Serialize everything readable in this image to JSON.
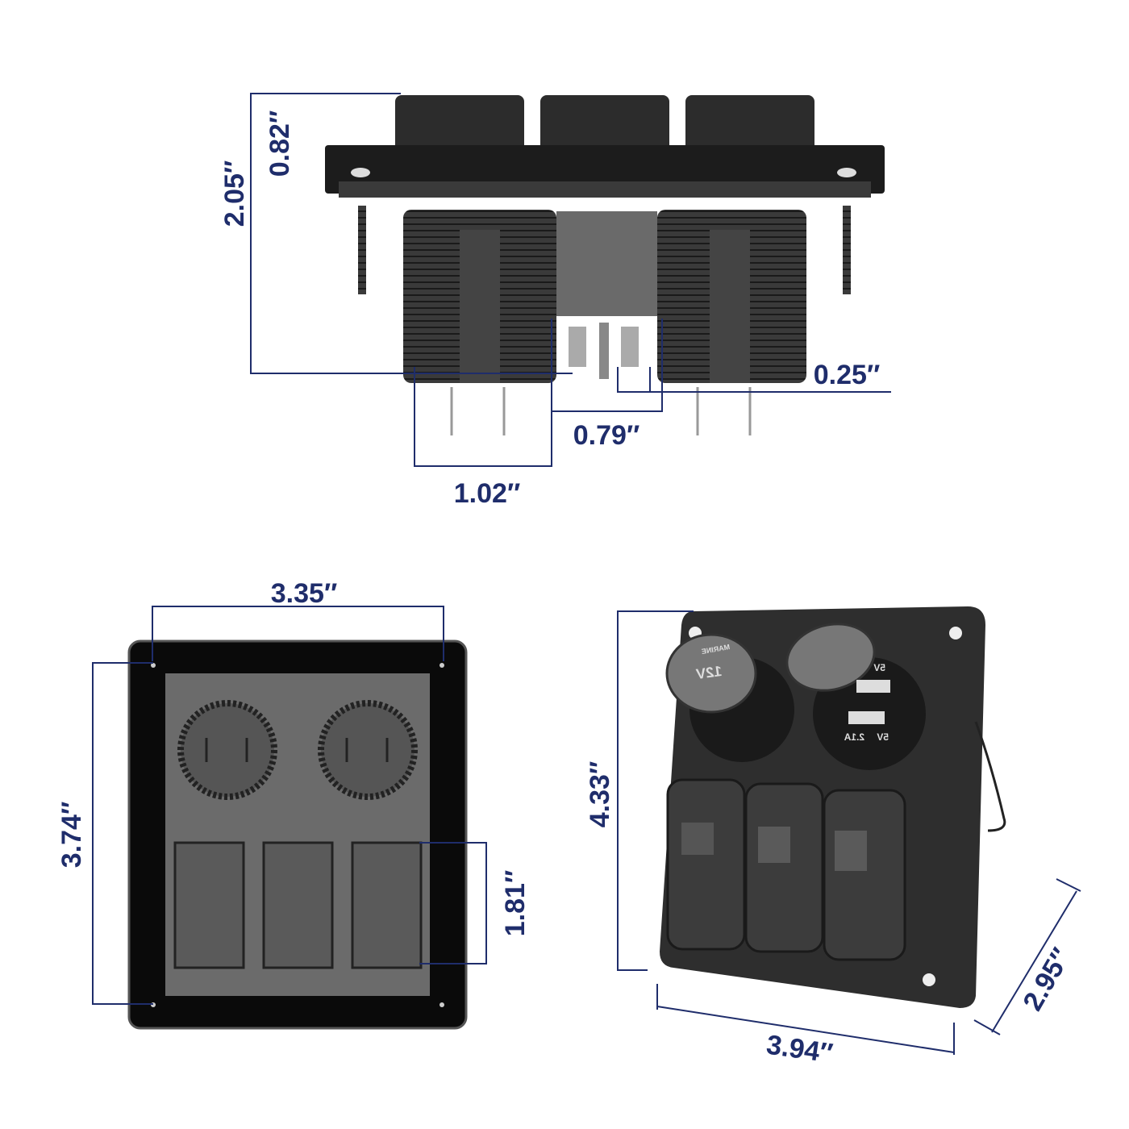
{
  "dimension_color": "#1f2d6b",
  "side_view": {
    "dimensions": {
      "total_height": "2.05″",
      "top_height": "0.82″",
      "terminal_width": "0.25″",
      "gap_width": "0.79″",
      "socket_width": "1.02″"
    }
  },
  "back_view": {
    "dimensions": {
      "hole_spacing_width": "3.35″",
      "hole_spacing_height": "3.74″",
      "switch_height": "1.81″"
    }
  },
  "front_view": {
    "dimensions": {
      "height": "4.33″",
      "width": "3.94″",
      "depth": "2.95″"
    },
    "product_markings": {
      "socket_cap": "12V",
      "socket_brand": "MARINE",
      "usb_top": "5V",
      "usb_bottom_current": "2.1A",
      "usb_bottom_voltage": "5V"
    }
  }
}
